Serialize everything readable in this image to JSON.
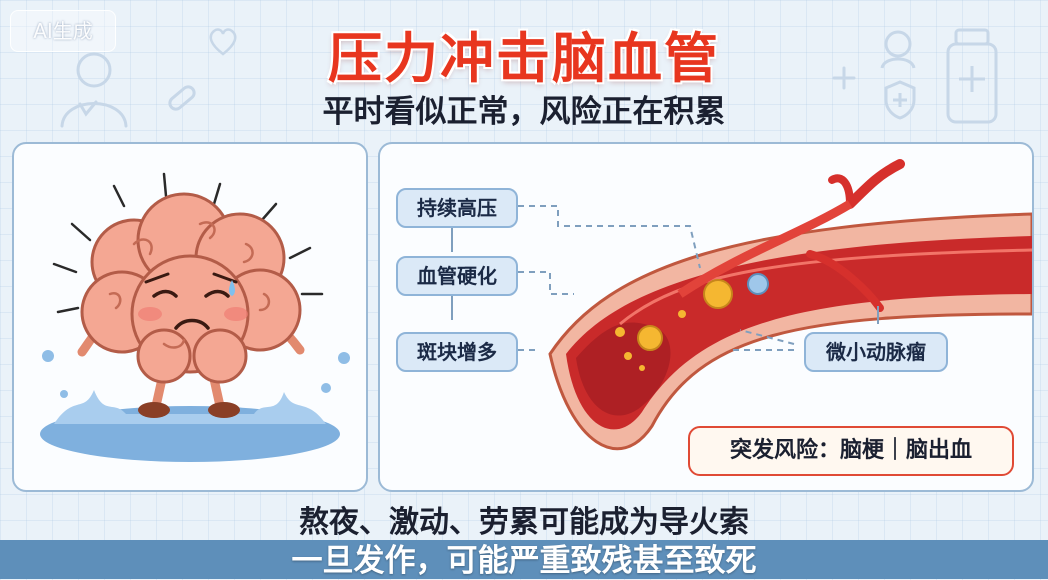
{
  "watermark": "AI生成",
  "title": "压力冲击脑血管",
  "subtitle": "平时看似正常，风险正在积累",
  "flow": {
    "step1": "持续高压",
    "step2": "血管硬化",
    "step3": "斑块增多",
    "aneurysm_label": "微小动脉瘤"
  },
  "risk_box": "突发风险：脑梗｜脑出血",
  "caption_line1": "熬夜、激动、劳累可能成为导火索",
  "caption_line2": "一旦发作，可能严重致残甚至致死",
  "icons": [
    "brain-character-icon",
    "water-splash-icon",
    "artery-icon",
    "plaque-icon",
    "medicine-bottle-icon",
    "shield-plus-icon",
    "pill-icon",
    "doctor-icon",
    "heart-icon"
  ],
  "colors": {
    "title": "#e8361f",
    "accent_blue": "#5e8fba",
    "artery_red": "#c92a2a",
    "plaque_yellow": "#f5b731"
  }
}
